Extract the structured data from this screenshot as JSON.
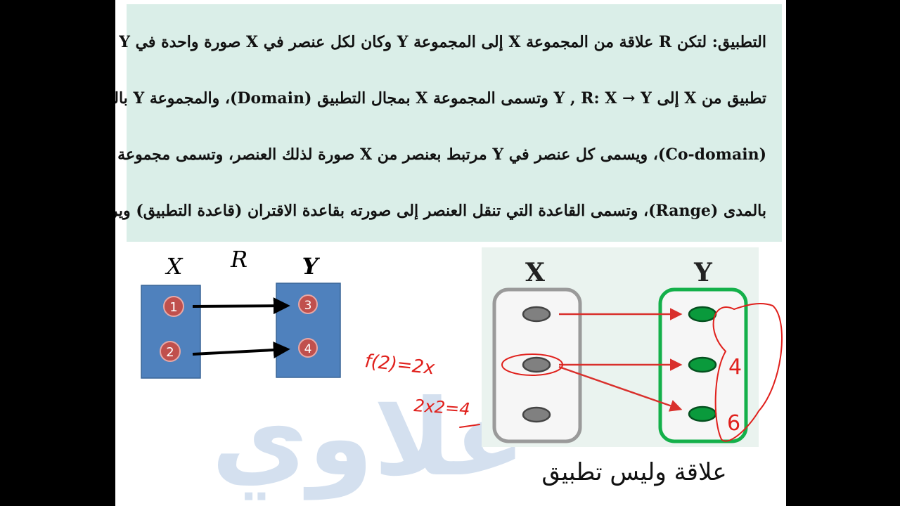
{
  "definition_lines": [
    "التطبيق: لتكن R علاقة من المجموعة X إلى المجموعة Y وكان لكل عنصر في X صورة واحدة في Y عندئذ تسمى العلاقة R",
    "تطبيق من X إلى Y , R: X → Y وتسمى المجموعة X بمجال التطبيق (Domain)، والمجموعة Y بالمجال المقابل للتطبيق",
    "(Co-domain)، ويسمى كل عنصر في Y مرتبط بعنصر من X صورة لذلك العنصر، وتسمى مجموعة كل الصور في المجال المقابل",
    "بالمدى (Range)، وتسمى القاعدة التي تنقل العنصر إلى صورته بقاعدة الاقتران (قاعدة التطبيق) ويرمز لها (x,y) ، R(x) ."
  ],
  "left_diagram": {
    "set_x_label": "X",
    "set_y_label": "Y",
    "relation_label": "R",
    "x_elements": [
      "1",
      "2"
    ],
    "y_elements": [
      "3",
      "4"
    ],
    "colors": {
      "box": "#4f81bd",
      "dot": "#c0504d",
      "arrow": "#000000"
    }
  },
  "right_diagram": {
    "set_x_label": "X",
    "set_y_label": "Y",
    "colors": {
      "x_dot": "#808080",
      "y_dot": "#0a9a3c",
      "y_border": "#14b04a",
      "arrow": "#d9302c"
    }
  },
  "caption": "علاقة وليس تطبيق",
  "handwriting": {
    "line1": "f(2)=2x",
    "line2": "2x2=4",
    "right_values": [
      "4",
      "6"
    ],
    "color": "#e0201c"
  },
  "watermark_text": "علاوي"
}
